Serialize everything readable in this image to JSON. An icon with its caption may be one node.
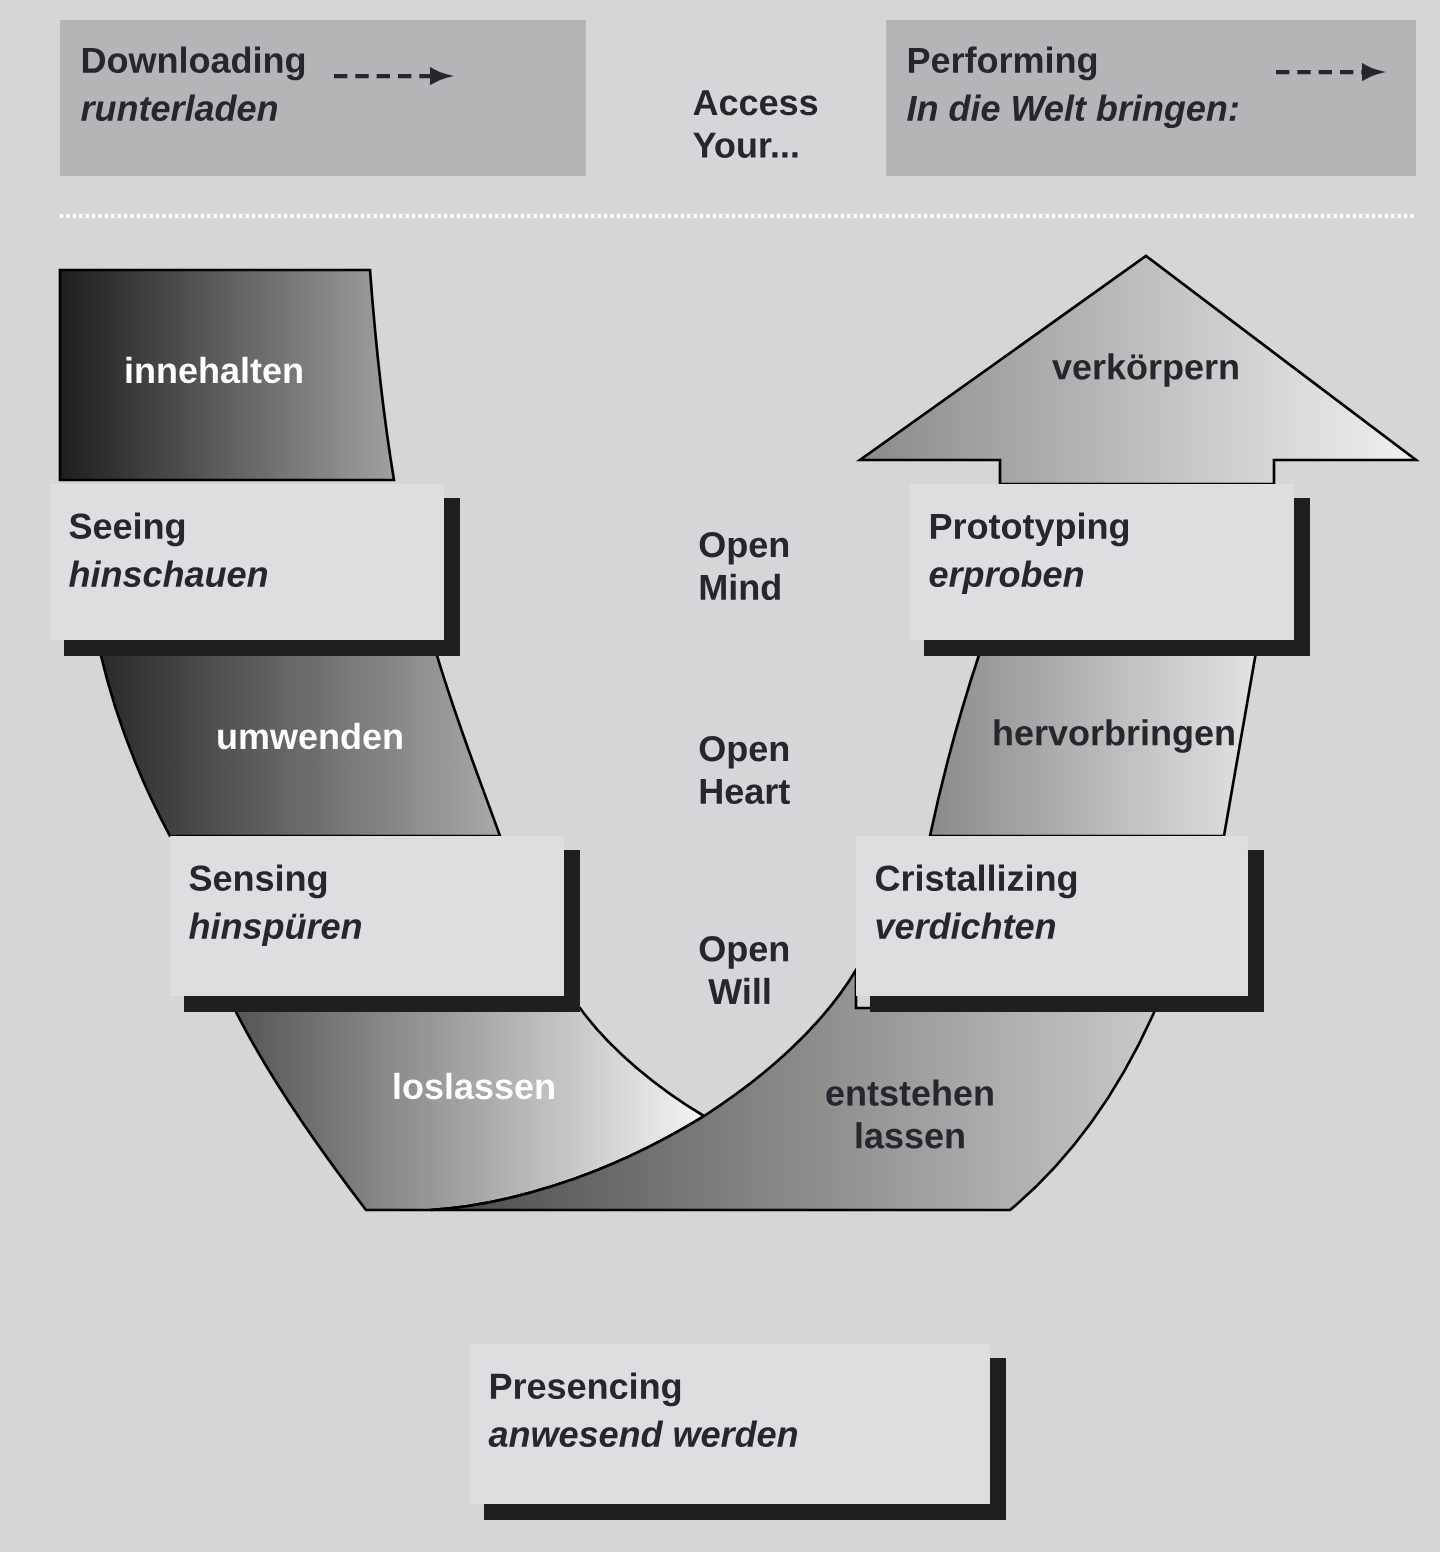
{
  "diagram": {
    "nodes": [
      {
        "text": [
          "Downloading",
          "runterladen"
        ]
      },
      {
        "text": [
          "Performing",
          "In die Welt bringen:"
        ]
      },
      {
        "text": [
          "innehalten"
        ]
      },
      {
        "text": [
          "verkörpern"
        ]
      },
      {
        "text": [
          "Seeing",
          "hinschauen"
        ]
      },
      {
        "text": [
          "Prototyping",
          "erproben"
        ]
      },
      {
        "text": [
          "umwenden"
        ]
      },
      {
        "text": [
          "hervorbringen"
        ]
      },
      {
        "text": [
          "Sensing",
          "hinspüren"
        ]
      },
      {
        "text": [
          "Cristallizing",
          "verdichten"
        ]
      },
      {
        "text": [
          "loslassen"
        ]
      },
      {
        "text": [
          "entstehen lassen"
        ]
      },
      {
        "text": [
          "Presencing",
          "anwesend werden"
        ]
      }
    ],
    "labels": [
      "Access Your...",
      "Open Mind",
      "Open Heart",
      "Open Will"
    ]
  }
}
